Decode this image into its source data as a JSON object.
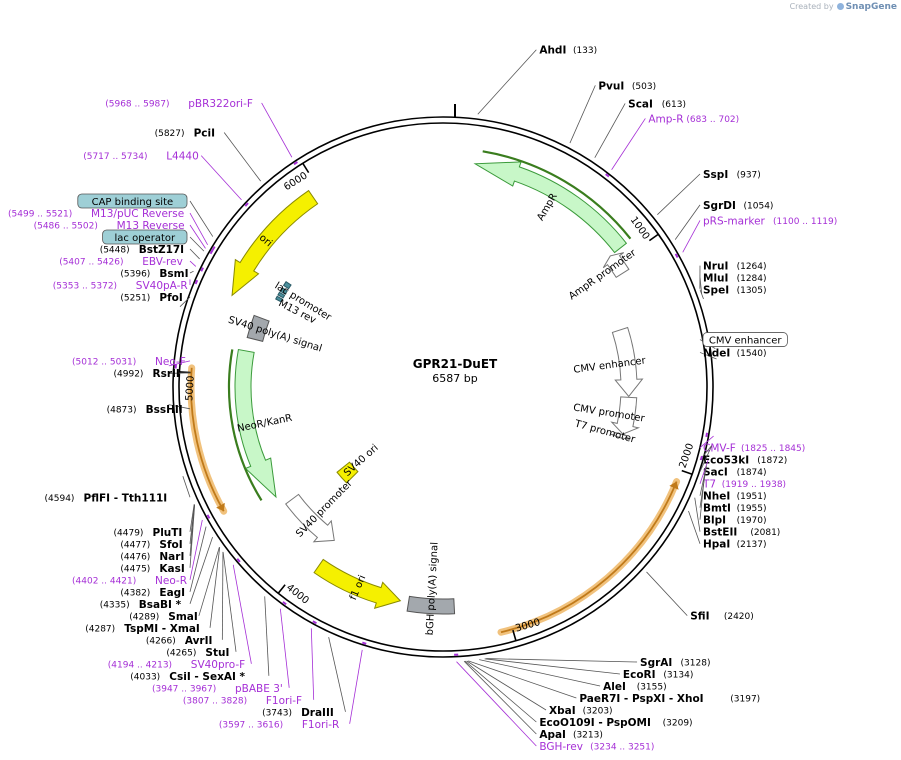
{
  "credit": {
    "prefix": "Created by",
    "brand": "SnapGene"
  },
  "plasmid": {
    "name": "GPR21-DuET",
    "length": 6587,
    "length_label": "6587 bp"
  },
  "ticks": [
    {
      "bp": 1000,
      "label": "1000"
    },
    {
      "bp": 2000,
      "label": "2000"
    },
    {
      "bp": 3000,
      "label": "3000"
    },
    {
      "bp": 4000,
      "label": "4000"
    },
    {
      "bp": 5000,
      "label": "5000"
    },
    {
      "bp": 6000,
      "label": "6000"
    }
  ],
  "colors": {
    "backbone": "#000000",
    "primer": "#a52fd6",
    "ori": "#f5f000",
    "cds": "#c8f7c8",
    "cds_stroke": "#3a9a3a",
    "promoter": "#ffffff",
    "polyA": "#a3a8ad",
    "translation": "#3a7d1e",
    "orf_glow": "#f1c27d",
    "misc": "#4a8f9c"
  },
  "features": [
    {
      "name": "ori",
      "type": "ori",
      "start": 5370,
      "end": 5958,
      "dir": -1
    },
    {
      "name": "AmpR",
      "type": "cds",
      "start": 150,
      "end": 950,
      "dir": -1,
      "translation": true
    },
    {
      "name": "AmpR promoter",
      "type": "promoter",
      "start": 950,
      "end": 1055,
      "dir": -1
    },
    {
      "name": "CMV enhancer",
      "type": "promoter",
      "start": 1320,
      "end": 1700,
      "dir": 1
    },
    {
      "name": "CMV promoter",
      "type": "promoter",
      "start": 1705,
      "end": 1915,
      "dir": 1
    },
    {
      "name": "T7 promoter",
      "type": "promoter",
      "start": 1918,
      "end": 1939,
      "dir": 1
    },
    {
      "name": "bGH poly(A) signal",
      "type": "polyA",
      "start": 3240,
      "end": 3460,
      "dir": 0
    },
    {
      "name": "f1 ori",
      "type": "ori",
      "start": 3500,
      "end": 3930,
      "dir": -1
    },
    {
      "name": "SV40 promoter",
      "type": "promoter",
      "start": 3940,
      "end": 4270,
      "dir": -1
    },
    {
      "name": "SV40 ori",
      "type": "ori",
      "start": 4120,
      "end": 4230,
      "dir": 0
    },
    {
      "name": "NeoR/KanR",
      "type": "cds",
      "start": 4330,
      "end": 5130,
      "dir": -1,
      "translation": true
    },
    {
      "name": "SV40 poly(A) signal",
      "type": "polyA",
      "start": 5200,
      "end": 5320,
      "dir": 0
    },
    {
      "name": "M13 rev",
      "type": "misc",
      "start": 5448,
      "end": 5465,
      "dir": 0
    },
    {
      "name": "lac operator",
      "type": "misc",
      "start": 5474,
      "end": 5490,
      "dir": 0
    },
    {
      "name": "lac promoter",
      "type": "misc",
      "start": 5498,
      "end": 5520,
      "dir": 0
    },
    {
      "name": "CAP binding site",
      "type": "misc",
      "start": 5535,
      "end": 5560,
      "dir": 0
    }
  ],
  "orf_glows": [
    {
      "start": 2050,
      "end": 3050,
      "dir": -1
    },
    {
      "start": 4400,
      "end": 5020,
      "dir": -1
    }
  ],
  "label_layout": [
    {
      "feature": "ori",
      "mode": "inside"
    },
    {
      "feature": "f1 ori",
      "mode": "inside"
    }
  ],
  "site_labels": [
    {
      "id": "ahdi",
      "text": "AhdI",
      "pos": "(133)",
      "bp": 133,
      "kind": "enzyme"
    },
    {
      "id": "pvui",
      "text": "PvuI",
      "pos": "(503)",
      "bp": 503,
      "kind": "enzyme"
    },
    {
      "id": "scai",
      "text": "ScaI",
      "pos": "(613)",
      "bp": 613,
      "kind": "enzyme"
    },
    {
      "id": "amp-r",
      "text": "Amp-R",
      "pos": "(683 .. 702)",
      "bp": 692,
      "kind": "primer"
    },
    {
      "id": "sspi",
      "text": "SspI",
      "pos": "(937)",
      "bp": 937,
      "kind": "enzyme"
    },
    {
      "id": "sgrdi",
      "text": "SgrDI",
      "pos": "(1054)",
      "bp": 1054,
      "kind": "enzyme"
    },
    {
      "id": "prs-marker",
      "text": "pRS-marker",
      "pos": "(1100 .. 1119)",
      "bp": 1110,
      "kind": "primer"
    },
    {
      "id": "nrui",
      "text": "NruI",
      "pos": "(1264)",
      "bp": 1264,
      "kind": "enzyme"
    },
    {
      "id": "mlui",
      "text": "MluI",
      "pos": "(1284)",
      "bp": 1284,
      "kind": "enzyme"
    },
    {
      "id": "spei",
      "text": "SpeI",
      "pos": "(1305)",
      "bp": 1305,
      "kind": "enzyme"
    },
    {
      "id": "cmv-enhancer",
      "text": "CMV enhancer",
      "pos": "",
      "bp": 1500,
      "kind": "box"
    },
    {
      "id": "ndei",
      "text": "NdeI",
      "pos": "(1540)",
      "bp": 1540,
      "kind": "enzyme"
    },
    {
      "id": "cmv-f",
      "text": "CMV-F",
      "pos": "(1825 .. 1845)",
      "bp": 1835,
      "kind": "primer"
    },
    {
      "id": "eco53ki",
      "text": "Eco53kI",
      "pos": "(1872)",
      "bp": 1872,
      "kind": "enzyme"
    },
    {
      "id": "saci",
      "text": "SacI",
      "pos": "(1874)",
      "bp": 1874,
      "kind": "enzyme"
    },
    {
      "id": "t7",
      "text": "T7",
      "pos": "(1919 .. 1938)",
      "bp": 1928,
      "kind": "primer"
    },
    {
      "id": "nhei",
      "text": "NheI",
      "pos": "(1951)",
      "bp": 1951,
      "kind": "enzyme"
    },
    {
      "id": "bmti",
      "text": "BmtI",
      "pos": "(1955)",
      "bp": 1955,
      "kind": "enzyme"
    },
    {
      "id": "blpi",
      "text": "BlpI",
      "pos": "(1970)",
      "bp": 1970,
      "kind": "enzyme"
    },
    {
      "id": "bsteii",
      "text": "BstEII",
      "pos": "(2081)",
      "bp": 2081,
      "kind": "enzyme"
    },
    {
      "id": "hpai",
      "text": "HpaI",
      "pos": "(2137)",
      "bp": 2137,
      "kind": "enzyme"
    },
    {
      "id": "sfii",
      "text": "SfiI",
      "pos": "(2420)",
      "bp": 2420,
      "kind": "enzyme"
    },
    {
      "id": "sgrai",
      "text": "SgrAI",
      "pos": "(3128)",
      "bp": 3128,
      "kind": "enzyme"
    },
    {
      "id": "ecori",
      "text": "EcoRI",
      "pos": "(3134)",
      "bp": 3134,
      "kind": "enzyme"
    },
    {
      "id": "alei",
      "text": "AleI",
      "pos": "(3155)",
      "bp": 3155,
      "kind": "enzyme"
    },
    {
      "id": "paer7i",
      "text": "PaeR7I - PspXI - XhoI",
      "pos": "(3197)",
      "bp": 3197,
      "kind": "enzyme"
    },
    {
      "id": "xbai",
      "text": "XbaI",
      "pos": "(3203)",
      "bp": 3203,
      "kind": "enzyme"
    },
    {
      "id": "ecoo109i",
      "text": "EcoO109I - PspOMI",
      "pos": "(3209)",
      "bp": 3209,
      "kind": "enzyme"
    },
    {
      "id": "apai",
      "text": "ApaI",
      "pos": "(3213)",
      "bp": 3213,
      "kind": "enzyme"
    },
    {
      "id": "bgh-rev",
      "text": "BGH-rev",
      "pos": "(3234 .. 3251)",
      "bp": 3242,
      "kind": "primer"
    },
    {
      "id": "f1ori-r",
      "text": "F1ori-R",
      "pos": "(3597 .. 3616)",
      "bp": 3606,
      "kind": "primer"
    },
    {
      "id": "draiii",
      "text": "DraIII",
      "pos": "(3743)",
      "bp": 3743,
      "kind": "enzyme"
    },
    {
      "id": "f1ori-f",
      "text": "F1ori-F",
      "pos": "(3807 .. 3828)",
      "bp": 3817,
      "kind": "primer"
    },
    {
      "id": "pbabe3",
      "text": "pBABE 3'",
      "pos": "(3947 .. 3967)",
      "bp": 3957,
      "kind": "primer"
    },
    {
      "id": "csii",
      "text": "CsiI - SexAI *",
      "pos": "(4033)",
      "bp": 4033,
      "kind": "enzyme"
    },
    {
      "id": "sv40pro-f",
      "text": "SV40pro-F",
      "pos": "(4194 .. 4213)",
      "bp": 4203,
      "kind": "primer"
    },
    {
      "id": "stui",
      "text": "StuI",
      "pos": "(4265)",
      "bp": 4265,
      "kind": "enzyme"
    },
    {
      "id": "avrii",
      "text": "AvrII",
      "pos": "(4266)",
      "bp": 4266,
      "kind": "enzyme"
    },
    {
      "id": "tspmi",
      "text": "TspMI - XmaI",
      "pos": "(4287)",
      "bp": 4287,
      "kind": "enzyme"
    },
    {
      "id": "smai",
      "text": "SmaI",
      "pos": "(4289)",
      "bp": 4289,
      "kind": "enzyme"
    },
    {
      "id": "bsabi",
      "text": "BsaBI *",
      "pos": "(4335)",
      "bp": 4335,
      "kind": "enzyme"
    },
    {
      "id": "eagi",
      "text": "EagI",
      "pos": "(4382)",
      "bp": 4382,
      "kind": "enzyme"
    },
    {
      "id": "neo-r",
      "text": "Neo-R",
      "pos": "(4402 .. 4421)",
      "bp": 4411,
      "kind": "primer"
    },
    {
      "id": "kasi",
      "text": "KasI",
      "pos": "(4475)",
      "bp": 4475,
      "kind": "enzyme"
    },
    {
      "id": "nari",
      "text": "NarI",
      "pos": "(4476)",
      "bp": 4476,
      "kind": "enzyme"
    },
    {
      "id": "sfoi",
      "text": "SfoI",
      "pos": "(4477)",
      "bp": 4477,
      "kind": "enzyme"
    },
    {
      "id": "plutI",
      "text": "PluTI",
      "pos": "(4479)",
      "bp": 4479,
      "kind": "enzyme"
    },
    {
      "id": "pflfi",
      "text": "PflFI - Tth111I",
      "pos": "(4594)",
      "bp": 4594,
      "kind": "enzyme"
    },
    {
      "id": "bsshii",
      "text": "BssHII",
      "pos": "(4873)",
      "bp": 4873,
      "kind": "enzyme"
    },
    {
      "id": "rsrii",
      "text": "RsrII",
      "pos": "(4992)",
      "bp": 4992,
      "kind": "enzyme"
    },
    {
      "id": "neo-f",
      "text": "Neo-F",
      "pos": "(5012 .. 5031)",
      "bp": 5021,
      "kind": "primer"
    },
    {
      "id": "pfoi",
      "text": "PfoI",
      "pos": "(5251)",
      "bp": 5251,
      "kind": "enzyme"
    },
    {
      "id": "sv40pa-r",
      "text": "SV40pA-R",
      "pos": "(5353 .. 5372)",
      "bp": 5362,
      "kind": "primer"
    },
    {
      "id": "bsmi",
      "text": "BsmI",
      "pos": "(5396)",
      "bp": 5396,
      "kind": "enzyme"
    },
    {
      "id": "ebv-rev",
      "text": "EBV-rev",
      "pos": "(5407 .. 5426)",
      "bp": 5416,
      "kind": "primer"
    },
    {
      "id": "bstz17i",
      "text": "BstZ17I",
      "pos": "(5448)",
      "bp": 5448,
      "kind": "enzyme"
    },
    {
      "id": "m13-reverse",
      "text": "M13 Reverse",
      "pos": "(5486 .. 5502)",
      "bp": 5494,
      "kind": "primer"
    },
    {
      "id": "lac-operator",
      "text": "lac operator",
      "pos": "",
      "bp": 5482,
      "kind": "box-teal"
    },
    {
      "id": "m13-puc-reverse",
      "text": "M13/pUC Reverse",
      "pos": "(5499 .. 5521)",
      "bp": 5510,
      "kind": "primer"
    },
    {
      "id": "cap-binding-site",
      "text": "CAP binding site",
      "pos": "",
      "bp": 5547,
      "kind": "box-teal"
    },
    {
      "id": "l4440",
      "text": "L4440",
      "pos": "(5717 .. 5734)",
      "bp": 5725,
      "kind": "primer"
    },
    {
      "id": "pcii",
      "text": "PciI",
      "pos": "(5827)",
      "bp": 5827,
      "kind": "enzyme"
    },
    {
      "id": "pbr322ori-f",
      "text": "pBR322ori-F",
      "pos": "(5968 .. 5987)",
      "bp": 5977,
      "kind": "primer"
    }
  ]
}
